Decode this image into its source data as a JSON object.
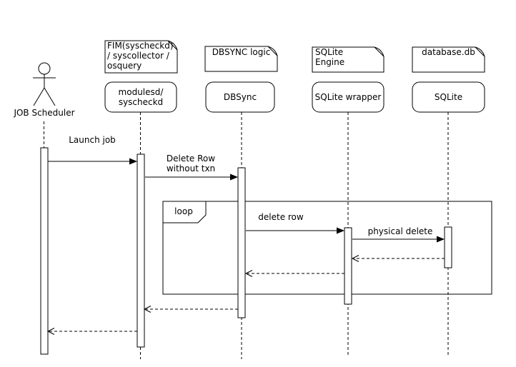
{
  "actor": {
    "label": "JOB Scheduler"
  },
  "notes": [
    {
      "name": "fim-note",
      "text": "FIM(syscheckd)\n/ syscollector /\nosquery"
    },
    {
      "name": "dbsync-logic-note",
      "text": "DBSYNC logic"
    },
    {
      "name": "sqlite-engine-note",
      "text": "SQLite\nEngine"
    },
    {
      "name": "database-db-note",
      "text": "database.db"
    }
  ],
  "participants": [
    {
      "name": "modulesd-syscheckd",
      "label": "modulesd/\nsyscheckd"
    },
    {
      "name": "dbsync",
      "label": "DBSync"
    },
    {
      "name": "sqlite-wrapper",
      "label": "SQLite wrapper"
    },
    {
      "name": "sqlite",
      "label": "SQLite"
    }
  ],
  "fragment": {
    "label": "loop"
  },
  "messages": [
    {
      "name": "launch-job",
      "label": "Launch job",
      "type": "sync"
    },
    {
      "name": "delete-row-without-txn",
      "label": "Delete Row\nwithout txn",
      "type": "sync"
    },
    {
      "name": "delete-row",
      "label": "delete row",
      "type": "sync"
    },
    {
      "name": "physical-delete",
      "label": "physical delete",
      "type": "sync"
    }
  ],
  "returns": {
    "count": 4,
    "style": "dashed-open-arrow"
  },
  "colors": {
    "line": "#000000",
    "muted_arrow": "#808080",
    "bg": "#ffffff"
  }
}
